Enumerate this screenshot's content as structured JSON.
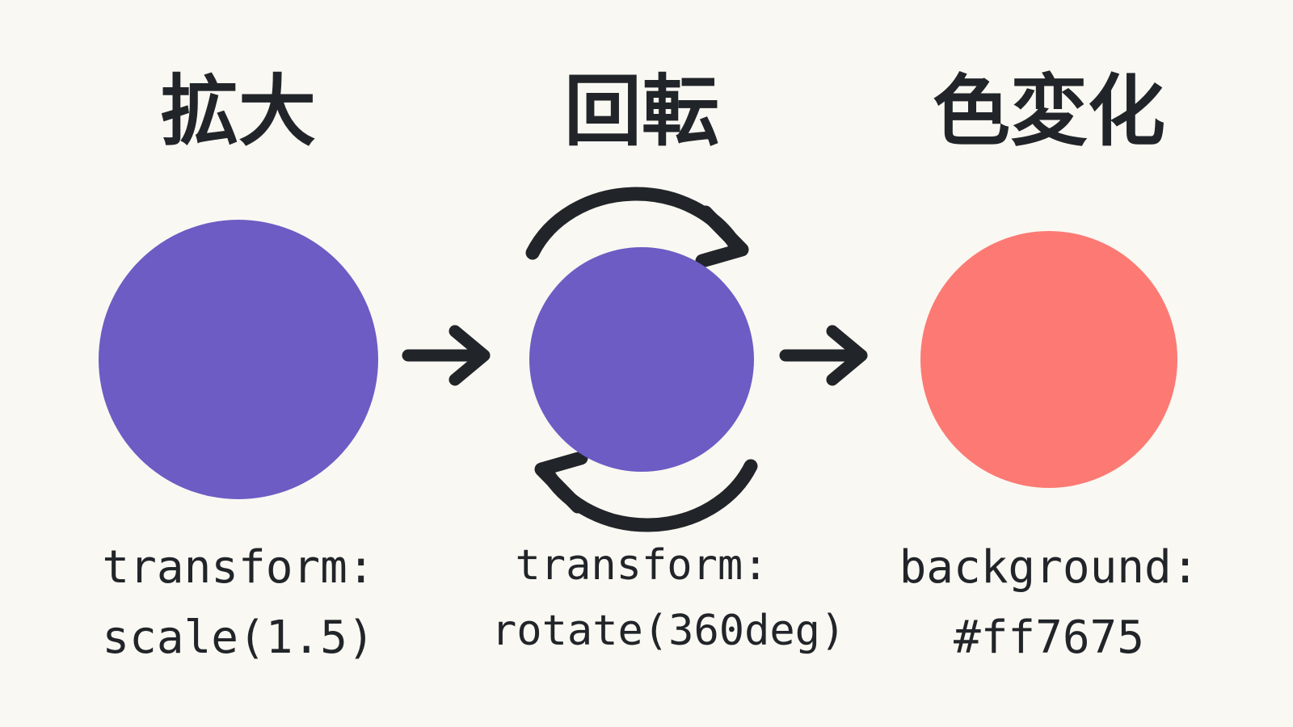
{
  "canvas": {
    "background_color": "#faf8f2",
    "text_color": "#212529"
  },
  "steps": [
    {
      "id": "scale",
      "heading": "拡大",
      "shape": "circle",
      "shape_color": "#6c5cc4",
      "caption_line1": "transform:",
      "caption_line2": "scale(1.5)"
    },
    {
      "id": "rotate",
      "heading": "回転",
      "shape": "circle",
      "shape_color": "#6c5cc4",
      "caption_line1": "transform:",
      "caption_line2": "rotate(360deg)"
    },
    {
      "id": "color",
      "heading": "色変化",
      "shape": "circle",
      "shape_color": "#ff7675",
      "caption_line1": "background:",
      "caption_line2": "#ff7675"
    }
  ],
  "connectors": [
    {
      "id": "arrow-1",
      "icon": "arrow-right-icon",
      "color": "#212529"
    },
    {
      "id": "arrow-2",
      "icon": "arrow-right-icon",
      "color": "#212529"
    }
  ],
  "rotation_indicator": {
    "top_arc_icon": "rotate-arc-clockwise-icon",
    "bottom_arc_icon": "rotate-arc-counter-icon",
    "color": "#212529"
  }
}
